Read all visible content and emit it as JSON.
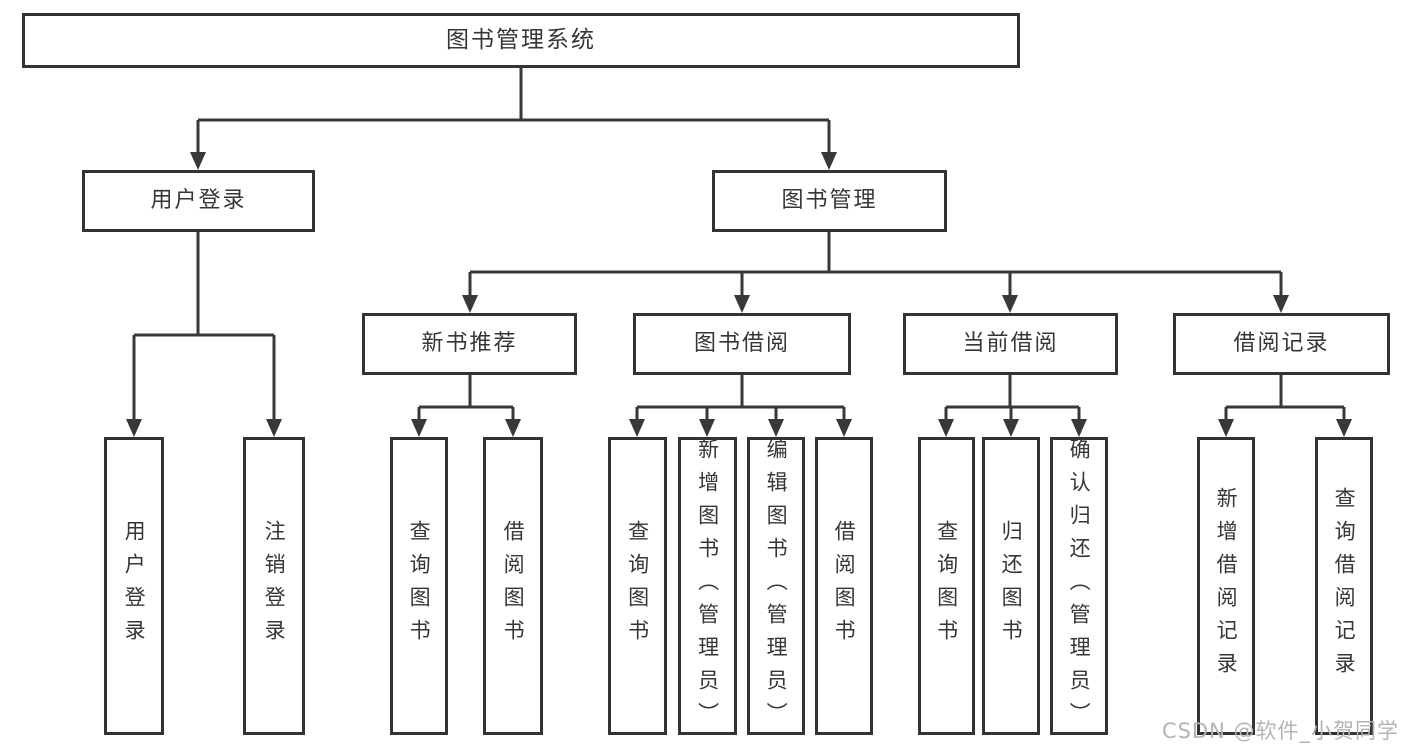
{
  "tree": {
    "label": "图书管理系统",
    "children": [
      {
        "label": "用户登录",
        "children": [
          {
            "label": "用户登录"
          },
          {
            "label": "注销登录"
          }
        ]
      },
      {
        "label": "图书管理",
        "children": [
          {
            "label": "新书推荐",
            "children": [
              {
                "label": "查询图书"
              },
              {
                "label": "借阅图书"
              }
            ]
          },
          {
            "label": "图书借阅",
            "children": [
              {
                "label": "查询图书"
              },
              {
                "label": "新增图书（管理员）"
              },
              {
                "label": "编辑图书（管理员）"
              },
              {
                "label": "借阅图书"
              }
            ]
          },
          {
            "label": "当前借阅",
            "children": [
              {
                "label": "查询图书"
              },
              {
                "label": "归还图书"
              },
              {
                "label": "确认归还（管理员）"
              }
            ]
          },
          {
            "label": "借阅记录",
            "children": [
              {
                "label": "新增借阅记录"
              },
              {
                "label": "查询借阅记录"
              }
            ]
          }
        ]
      }
    ]
  },
  "watermark": {
    "text": "CSDN @软件_小贺同学"
  },
  "colors": {
    "line": "#383838",
    "box_border": "#333333",
    "text": "#363636",
    "watermark": "#b4b4b4",
    "background": "#ffffff"
  }
}
